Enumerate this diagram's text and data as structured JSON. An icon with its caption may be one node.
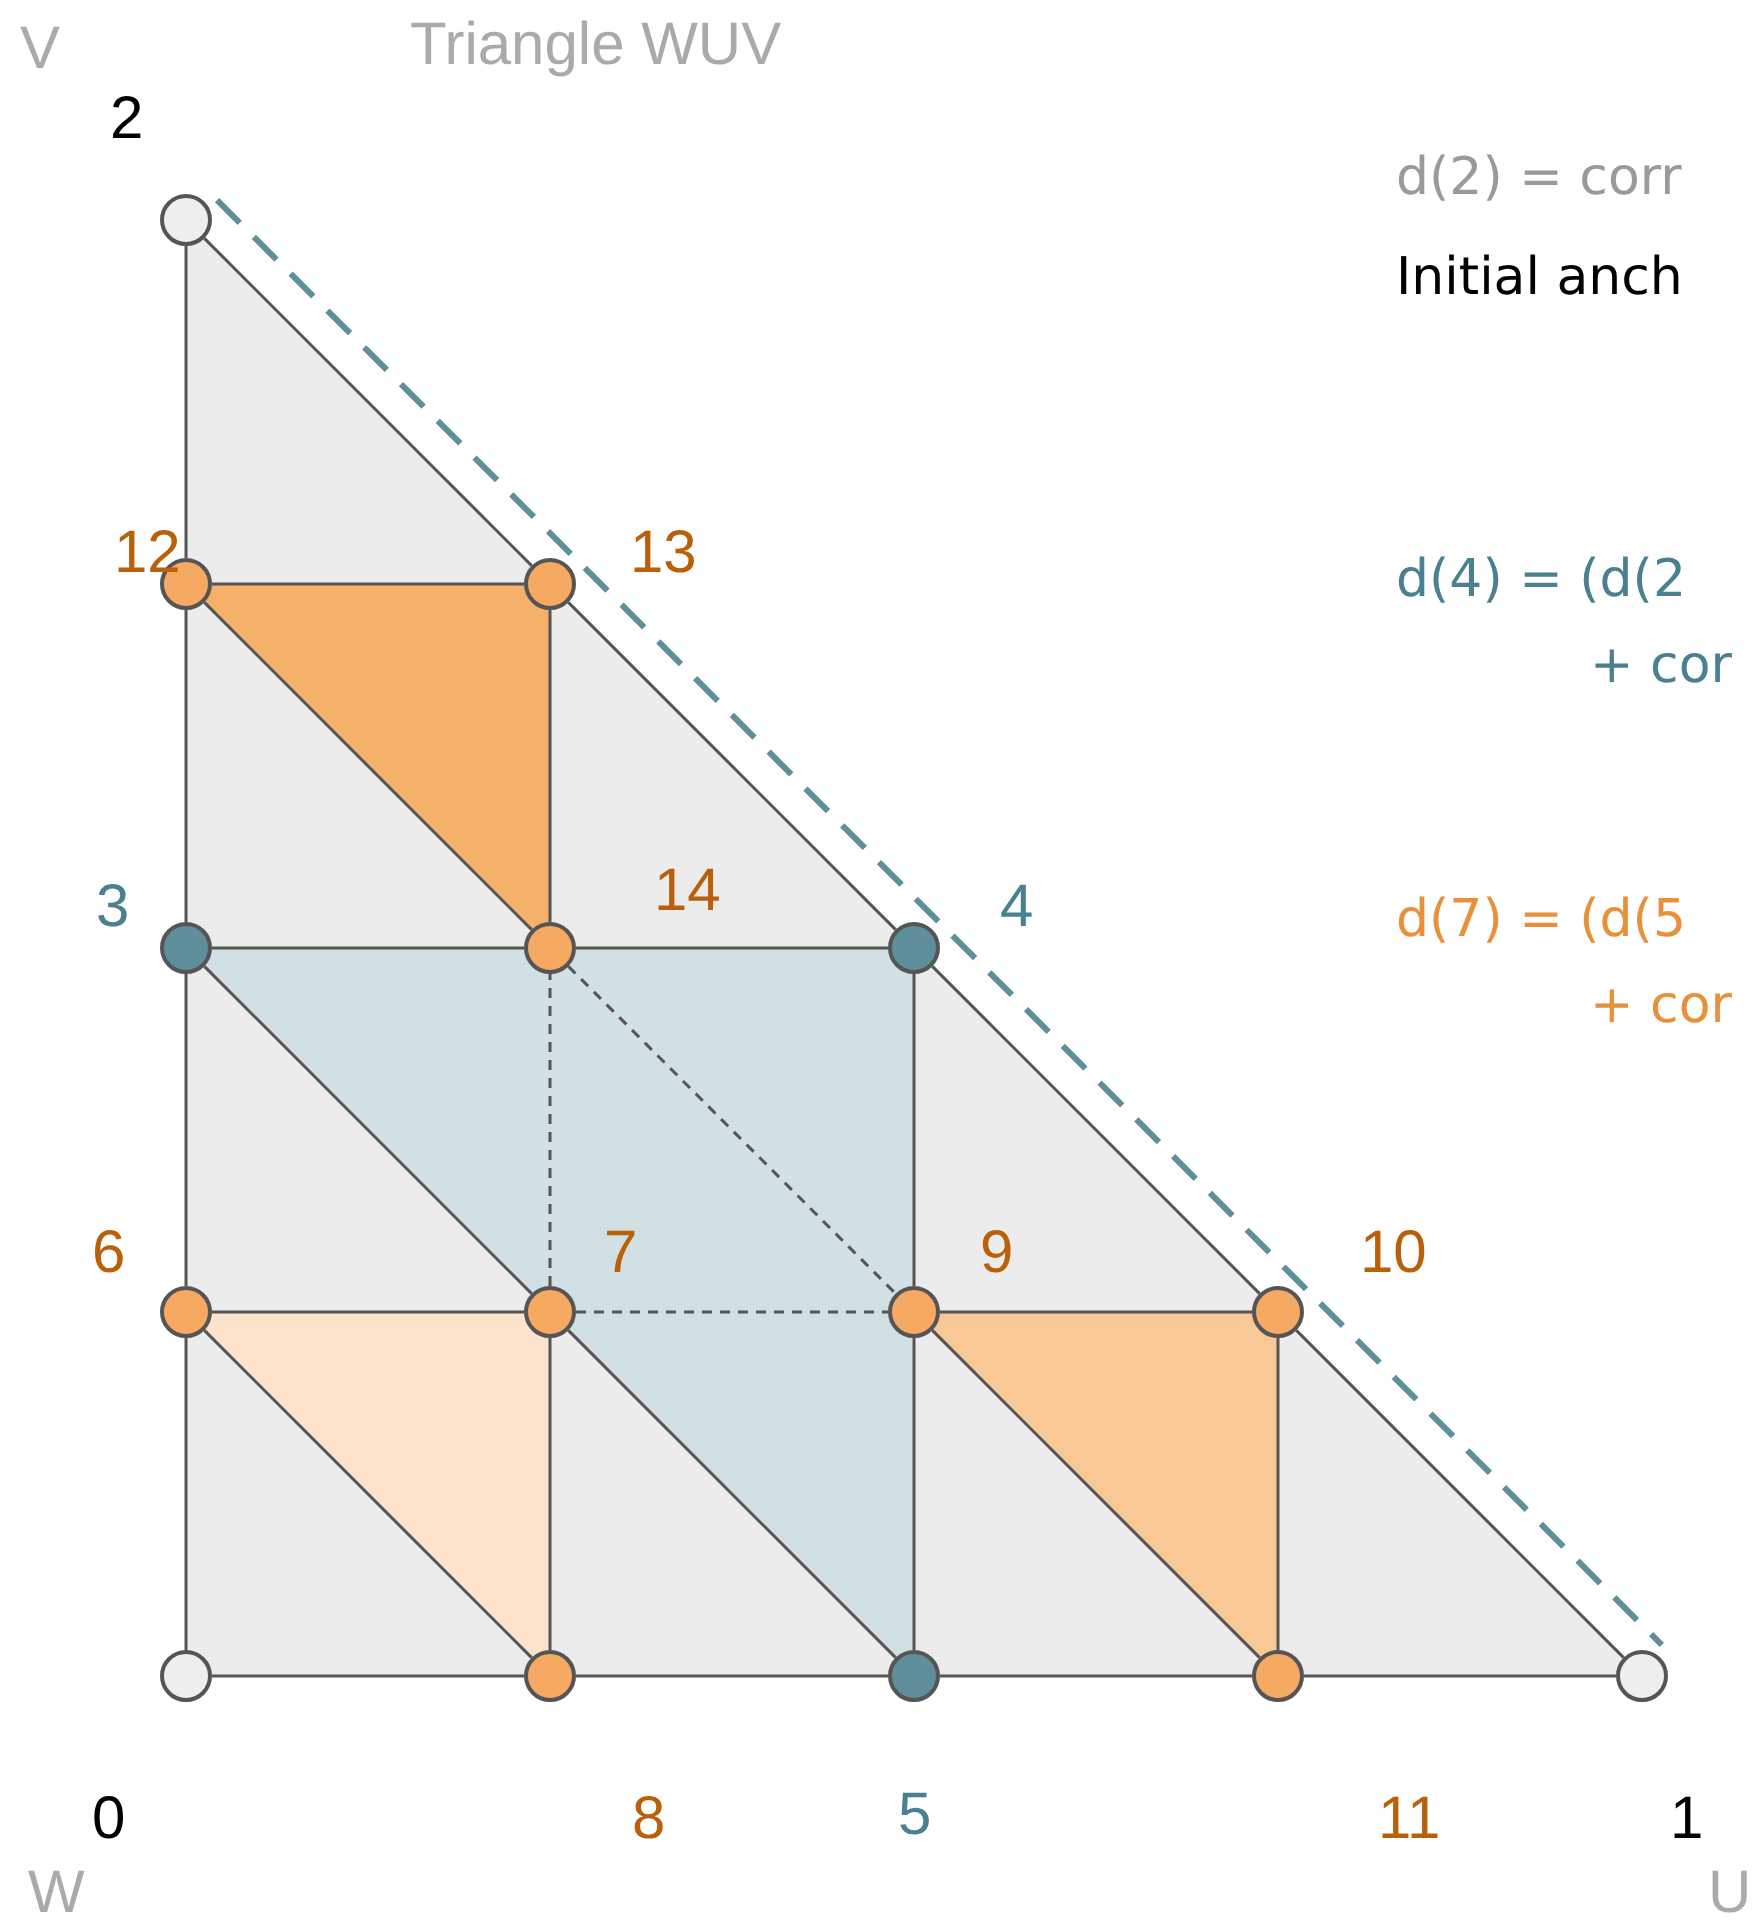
{
  "diagram": {
    "title": "Triangle WUV",
    "nodes": [
      {
        "text": [],
        "shape": "circle",
        "beside": [
          "2"
        ]
      },
      {
        "text": [],
        "shape": "circle",
        "beside": [
          "12"
        ]
      },
      {
        "text": [],
        "shape": "circle",
        "beside": [
          "13"
        ]
      },
      {
        "text": [],
        "shape": "circle",
        "beside": [
          "3"
        ]
      },
      {
        "text": [],
        "shape": "circle",
        "beside": [
          "14"
        ]
      },
      {
        "text": [],
        "shape": "circle",
        "beside": [
          "4"
        ]
      },
      {
        "text": [],
        "shape": "circle",
        "beside": [
          "6"
        ]
      },
      {
        "text": [],
        "shape": "circle",
        "beside": [
          "7"
        ]
      },
      {
        "text": [],
        "shape": "circle",
        "beside": [
          "9"
        ]
      },
      {
        "text": [],
        "shape": "circle",
        "beside": [
          "10"
        ]
      },
      {
        "text": [],
        "shape": "circle",
        "beside": [
          "0"
        ]
      },
      {
        "text": [],
        "shape": "circle",
        "beside": [
          "8"
        ]
      },
      {
        "text": [],
        "shape": "circle",
        "beside": [
          "5"
        ]
      },
      {
        "text": [],
        "shape": "circle",
        "beside": [
          "11"
        ]
      },
      {
        "text": [],
        "shape": "circle",
        "beside": [
          "1"
        ]
      }
    ],
    "edges": [
      {
        "from": 10,
        "to": 11,
        "arrow": "none"
      },
      {
        "from": 11,
        "to": 12,
        "arrow": "none"
      },
      {
        "from": 12,
        "to": 13,
        "arrow": "none"
      },
      {
        "from": 13,
        "to": 14,
        "arrow": "none"
      },
      {
        "from": 6,
        "to": 7,
        "arrow": "none"
      },
      {
        "from": 7,
        "to": 8,
        "arrow": "none",
        "style": "dashed"
      },
      {
        "from": 8,
        "to": 9,
        "arrow": "none"
      },
      {
        "from": 3,
        "to": 4,
        "arrow": "none"
      },
      {
        "from": 4,
        "to": 5,
        "arrow": "none"
      },
      {
        "from": 1,
        "to": 2,
        "arrow": "none"
      },
      {
        "from": 10,
        "to": 6,
        "arrow": "none"
      },
      {
        "from": 6,
        "to": 3,
        "arrow": "none"
      },
      {
        "from": 3,
        "to": 1,
        "arrow": "none"
      },
      {
        "from": 1,
        "to": 0,
        "arrow": "none"
      },
      {
        "from": 11,
        "to": 7,
        "arrow": "none"
      },
      {
        "from": 7,
        "to": 4,
        "arrow": "none",
        "style": "dashed"
      },
      {
        "from": 4,
        "to": 2,
        "arrow": "none"
      },
      {
        "from": 12,
        "to": 8,
        "arrow": "none"
      },
      {
        "from": 8,
        "to": 5,
        "arrow": "none"
      },
      {
        "from": 13,
        "to": 9,
        "arrow": "none"
      },
      {
        "from": 0,
        "to": 2,
        "arrow": "none"
      },
      {
        "from": 2,
        "to": 5,
        "arrow": "none"
      },
      {
        "from": 5,
        "to": 9,
        "arrow": "none"
      },
      {
        "from": 9,
        "to": 14,
        "arrow": "none"
      },
      {
        "from": 1,
        "to": 4,
        "arrow": "none"
      },
      {
        "from": 4,
        "to": 8,
        "arrow": "none",
        "style": "dashed"
      },
      {
        "from": 8,
        "to": 13,
        "arrow": "none"
      },
      {
        "from": 3,
        "to": 7,
        "arrow": "none"
      },
      {
        "from": 7,
        "to": 12,
        "arrow": "none"
      },
      {
        "from": 6,
        "to": 11,
        "arrow": "none"
      },
      {
        "from": 0,
        "to": 14,
        "arrow": "none",
        "style": "dashed",
        "color": "#5e8f9b"
      }
    ],
    "labels": [
      "V",
      "d(2) = corr",
      "Initial anch",
      "d(4) = (d(2",
      "+ cor",
      "d(7) = (d(5",
      "+ cor",
      "W",
      "U"
    ]
  }
}
